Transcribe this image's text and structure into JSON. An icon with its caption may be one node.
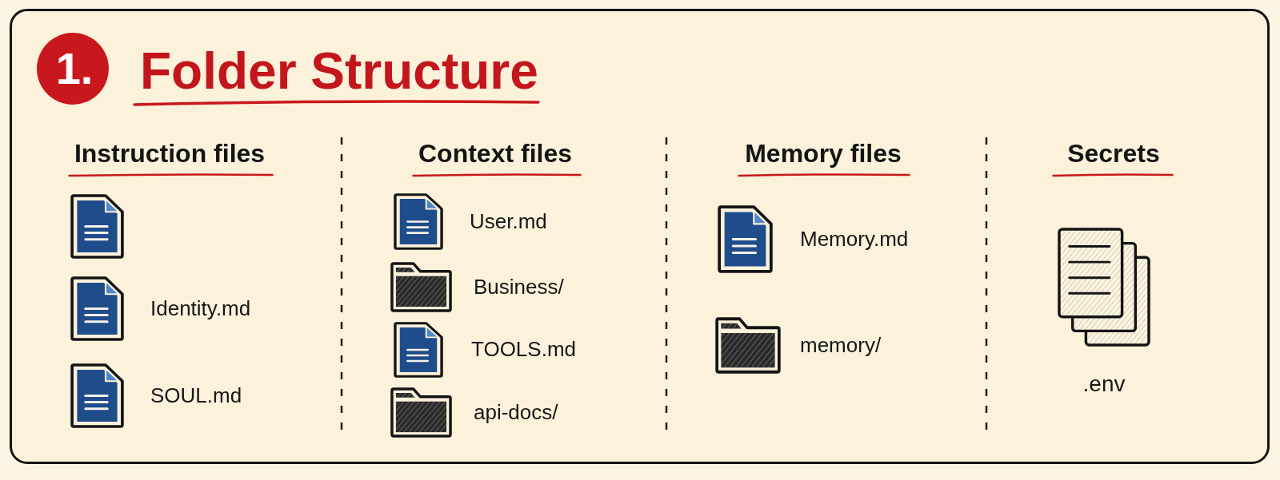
{
  "diagram": {
    "title": "Folder Structure",
    "nodes": [
      {
        "text": [
          "1."
        ]
      },
      {
        "text": [
          "Instruction files"
        ]
      },
      {
        "text": [],
        "shape": "document",
        "in": 1
      },
      {
        "text": [],
        "shape": "document",
        "in": 1,
        "beside": [
          "Identity.md"
        ]
      },
      {
        "text": [],
        "shape": "document",
        "in": 1,
        "beside": [
          "SOUL.md"
        ]
      },
      {
        "text": [
          "Context files"
        ]
      },
      {
        "text": [],
        "shape": "document",
        "in": 5,
        "beside": [
          "User.md"
        ]
      },
      {
        "text": [],
        "shape": "folder",
        "in": 5,
        "beside": [
          "Business/"
        ]
      },
      {
        "text": [],
        "shape": "document",
        "in": 5,
        "beside": [
          "TOOLS.md"
        ]
      },
      {
        "text": [],
        "shape": "folder",
        "in": 5,
        "beside": [
          "api-docs/"
        ]
      },
      {
        "text": [
          "Memory files"
        ]
      },
      {
        "text": [],
        "shape": "document",
        "in": 10,
        "beside": [
          "Memory.md"
        ]
      },
      {
        "text": [],
        "shape": "folder",
        "in": 10,
        "beside": [
          "memory/"
        ]
      },
      {
        "text": [
          "Secrets"
        ]
      },
      {
        "text": [],
        "shape": "stack",
        "in": 13,
        "beside": [
          ".env"
        ]
      }
    ]
  }
}
